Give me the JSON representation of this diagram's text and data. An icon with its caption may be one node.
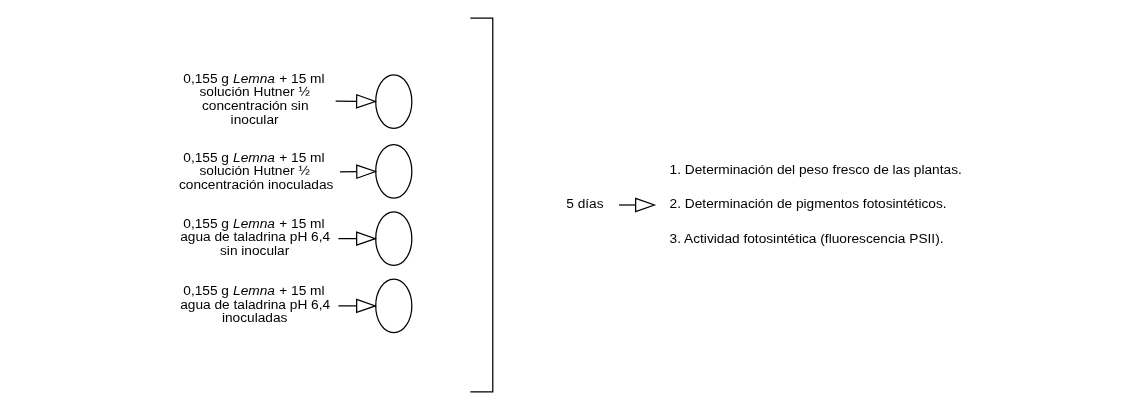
{
  "diagram": {
    "nodes": [
      {
        "text": [
          "0,155 g *Lemna* + 15 ml solución Hutner ½ concentración sin inocular"
        ]
      },
      {
        "text": [
          "0,155 g *Lemna* + 15 ml solución Hutner ½ concentración inoculadas"
        ]
      },
      {
        "text": [
          "0,155 g *Lemna* + 15 ml agua de taladrina pH 6,4 sin inocular"
        ]
      },
      {
        "text": [
          "0,155 g *Lemna* + 15 ml agua de taladrina pH 6,4 inoculadas"
        ]
      },
      {
        "text": [],
        "shape": "ellipse"
      },
      {
        "text": [],
        "shape": "ellipse"
      },
      {
        "text": [],
        "shape": "ellipse"
      },
      {
        "text": [],
        "shape": "ellipse"
      },
      {
        "text": [
          "5 días"
        ]
      },
      {
        "text": [
          "1. Determinación del peso fresco de las plantas.",
          "2. Determinación de pigmentos fotosintéticos.",
          "3. Actividad fotosintética (fluorescencia PSII)."
        ]
      }
    ],
    "edges": [
      {
        "from": 0,
        "to": 4,
        "arrow": "to"
      },
      {
        "from": 1,
        "to": 5,
        "arrow": "to"
      },
      {
        "from": 2,
        "to": 6,
        "arrow": "to"
      },
      {
        "from": 3,
        "to": 7,
        "arrow": "to"
      },
      {
        "from": 8,
        "to": 9,
        "arrow": "to"
      }
    ]
  }
}
